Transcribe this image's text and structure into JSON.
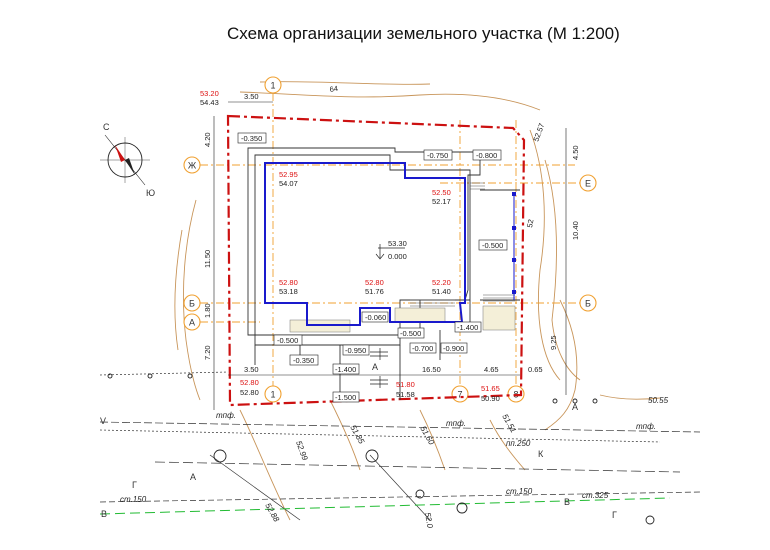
{
  "title": "Схема организации земельного участка  (М 1:200)",
  "compass": {
    "north": "С",
    "south": "Ю"
  },
  "axes": {
    "a1_top": "1",
    "a1_bottom": "1",
    "a7": "7",
    "a8": "8",
    "zh": "Ж",
    "ye": "Е",
    "b_left": "Б",
    "b_right": "Б",
    "a_left": "А"
  },
  "elevations": [
    {
      "red": "53.20",
      "black": "54.43"
    },
    {
      "red": "52.95",
      "black": "54.07"
    },
    {
      "red": "52.50",
      "black": "52.17"
    },
    {
      "red": "52.80",
      "black": "53.18"
    },
    {
      "red": "52.80",
      "black": "51.76"
    },
    {
      "red": "52.20",
      "black": "51.40"
    },
    {
      "red": "52.80",
      "black": "52.80"
    },
    {
      "red": "51.80",
      "black": "51.58"
    },
    {
      "red": "51.65",
      "black": "50.90"
    }
  ],
  "datum": {
    "abs": "53.30",
    "rel": "0.000"
  },
  "boxes": [
    "-0.350",
    "-0.750",
    "-0.800",
    "-0.500",
    "-0.060",
    "-1.400",
    "-0.500",
    "-0.350",
    "-0.950",
    "-0.500",
    "-0.700",
    "-0.900",
    "-1.400",
    "-1.500"
  ],
  "dims": {
    "top_350": "3.50",
    "left_420": "4.20",
    "left_1150": "11.50",
    "left_180": "1.80",
    "left_720": "7.20",
    "bot_350": "3.50",
    "bot_1650": "16.50",
    "bot_465": "4.65",
    "bot_065": "0.65",
    "right_450": "4.50",
    "right_1040": "10.40",
    "right_925": "9.25",
    "diag_64": "64",
    "diag_52": "52",
    "diag_5257": "52.57"
  },
  "terrain": {
    "tnf1": "тпф.",
    "tnf2": "тпф.",
    "tnf3": "тпф.",
    "elev_5055": "50.55",
    "elev_5299": "52.99",
    "elev_5185": "51.85",
    "elev_5160": "51.60",
    "elev_5151": "51.51",
    "elev_5288": "52.88",
    "elev_520": "52.0",
    "pp250": "пп.250",
    "st150a": "ст.150",
    "st150b": "ст.150",
    "st325": "ст.325",
    "letter_K": "К",
    "letter_A": "А",
    "letter_A2": "А",
    "letter_G1": "Г",
    "letter_G2": "Г",
    "letter_V1": "В",
    "letter_V2": "В",
    "letter_V3": "V",
    "letter_A3": "А"
  },
  "colors": {
    "boundary": "#cc1111",
    "building": "#1a1acc",
    "contour": "#c8955a",
    "grid": "#f0a030",
    "green": "#22bb33"
  }
}
